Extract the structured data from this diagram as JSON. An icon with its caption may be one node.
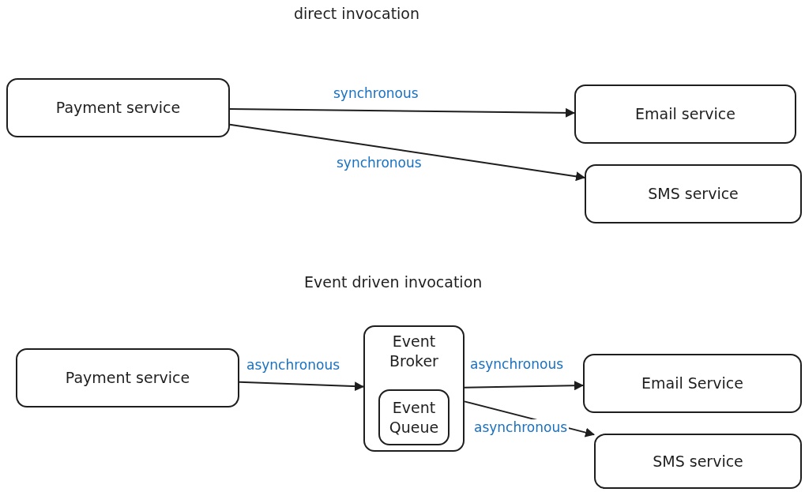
{
  "diagram": {
    "nodes": [
      {
        "text": [
          "Payment service"
        ]
      },
      {
        "text": [
          "Email service"
        ]
      },
      {
        "text": [
          "SMS service"
        ]
      },
      {
        "text": [
          "Payment service"
        ]
      },
      {
        "text": [
          "Event Broker"
        ]
      },
      {
        "text": [
          "Event Queue"
        ],
        "in": 4
      },
      {
        "text": [
          "Email Service"
        ]
      },
      {
        "text": [
          "SMS service"
        ]
      }
    ],
    "edges": [
      {
        "from": 0,
        "to": 1,
        "arrow": "to",
        "label": "synchronous"
      },
      {
        "from": 0,
        "to": 2,
        "arrow": "to",
        "label": "synchronous"
      },
      {
        "from": 3,
        "to": 4,
        "arrow": "to",
        "label": "asynchronous"
      },
      {
        "from": 4,
        "to": 6,
        "arrow": "to",
        "label": "asynchronous"
      },
      {
        "from": 4,
        "to": 7,
        "arrow": "to",
        "label": "asynchronous"
      }
    ],
    "labels": [
      "direct invocation",
      "Event driven invocation"
    ]
  }
}
